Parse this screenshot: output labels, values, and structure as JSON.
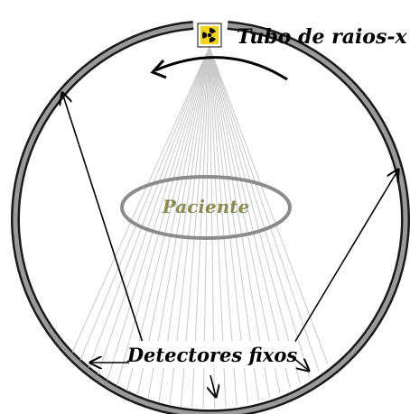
{
  "diagram": {
    "tube_label": "Tubo de raios-x",
    "patient_label": "Paciente",
    "detectors_label": "Detectores fixos",
    "tube_icon": "radiation-icon",
    "colors": {
      "ring_outer": "#1a1a1a",
      "ring_fill": "#9a9a9a",
      "beam": "#c8c8c8",
      "patient_ellipse": "#8c8c8c",
      "patient_text": "#8a8a55",
      "arrow": "#000000",
      "tube_badge_bg": "#f2d21b"
    }
  }
}
